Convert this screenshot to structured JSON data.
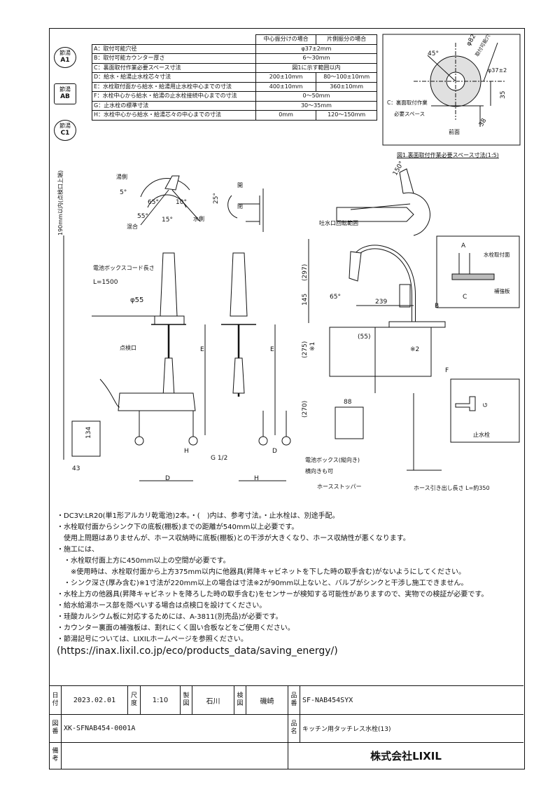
{
  "badges": [
    {
      "label": "節湯",
      "code": "A1"
    },
    {
      "label": "節湯",
      "code": "AB"
    },
    {
      "label": "節湯",
      "code": "C1"
    }
  ],
  "spec_table": {
    "col_center": "中心振分けの場合",
    "col_side": "片側振分の場合",
    "rows": [
      {
        "key": "A：取付可能穴径",
        "value": "φ37±2mm"
      },
      {
        "key": "B：取付可能カウンター厚さ",
        "value": "6～30mm"
      },
      {
        "key": "C：裏面取付作業必要スペース寸法",
        "value": "図1に示す範囲以内"
      },
      {
        "key": "D：給水・給湯止水栓芯々寸法",
        "center": "200±10mm",
        "side": "80～100±10mm"
      },
      {
        "key": "E：水栓取付面から給水・給湯用止水栓中心までの寸法",
        "center": "400±10mm",
        "side": "360±10mm"
      },
      {
        "key": "F：水栓中心から給水・給湯の止水栓接続中心までの寸法",
        "value": "0～50mm"
      },
      {
        "key": "G：止水栓の標準寸法",
        "value": "30～35mm"
      },
      {
        "key": "H：水栓中心から給水・給湯芯々の中心までの寸法",
        "center": "0mm",
        "side": "120～150mm"
      }
    ]
  },
  "fig1": {
    "caption": "図1.裏面取付作業必要スペース寸法(1:5)",
    "angle": "45°",
    "dia_outer": "φ82",
    "hole_label": "取付可能穴",
    "hole_dia": "φ37±2",
    "space_label_1": "C：裏面取付作業",
    "space_label_2": "必要スペース",
    "front": "前面",
    "dim_35": "35",
    "dim_38": "38"
  },
  "lever": {
    "hot": "湯側",
    "cold": "水側",
    "mix": "混合",
    "a5": "5°",
    "a65": "65°",
    "a10": "10°",
    "a55": "55°",
    "a15": "15°"
  },
  "handle": {
    "open": "開",
    "close": "閉",
    "a25": "25°"
  },
  "spout": {
    "caption": "吐水口回転範囲",
    "a150": "150°"
  },
  "front_view": {
    "side_dim": "190mm以内(点検口上端)",
    "cord_label": "電池ボックスコード長さ",
    "cord_len": "L=1500",
    "phi55": "φ55",
    "check": "点検口",
    "e": "E",
    "h134": "134",
    "d43": "43",
    "h": "H",
    "d": "D",
    "g12": "G 1/2"
  },
  "side_view": {
    "d297": "(297)",
    "d145": "145",
    "d239": "239",
    "d55": "(55)",
    "d275": "(275)",
    "star1": "※1",
    "star2": "※2",
    "d270": "(270)",
    "a65": "65°",
    "b": "B",
    "f": "F",
    "a": "A",
    "c": "C",
    "g": "G",
    "mount_face": "水栓取付面",
    "plate": "補強板",
    "valve": "止水栓",
    "box_w": "88",
    "battery_box": "電池ボックス(縦向き)",
    "horiz": "横向きも可",
    "stopper": "ホースストッパー",
    "hose": "ホース引き出し長さ L=約350"
  },
  "notes": [
    "・DC3V:LR20(単1形アルカリ乾電池)2本。・(　)内は、参考寸法。・止水栓は、別途手配。",
    "・水栓取付面からシンク下の底板(棚板)までの距離が540mm以上必要です。",
    "　使用上問題はありませんが、ホース収納時に底板(棚板)との干渉が大きくなり、ホース収納性が悪くなります。",
    "・施工には、",
    "　・水栓取付面上方に450mm以上の空間が必要です。",
    "　　※使用時は、水栓取付面から上方375mm以内に他器具(昇降キャビネットを下した時の取手含む)がないようにしてください。",
    "　・シンク深さ(厚み含む)※1寸法が220mm以上の場合は寸法※2が90mm以上ないと、バルブがシンクと干渉し施工できません。",
    "・水栓上方の他器具(昇降キャビネットを降ろした時の取手含む)をセンサーが検知する可能性がありますので、実物での検証が必要です。",
    "・給水給湯ホース部を隠ぺいする場合は点検口を設けてください。",
    "・珪酸カルシウム板に対応するためには、A-3811(別売品)が必要です。",
    "・カウンター裏面の補強板は、割れにくく固い合板などをご使用ください。",
    "・節湯記号については、LIXILホームページを参照ください。",
    "(https://inax.lixil.co.jp/eco/products_data/saving_energy/)"
  ],
  "title_block": {
    "date_label": "日付",
    "date": "2023.02.01",
    "scale_label": "尺度",
    "scale": "1:10",
    "drawn_label": "製図",
    "drawn": "石川",
    "check_label": "検図",
    "checker": "磯崎",
    "part_label": "品番",
    "part": "SF-NAB454SYX",
    "dwg_label": "図番",
    "dwg": "XK-SFNAB454-0001A",
    "name_label": "品名",
    "name": "キッチン用タッチレス水栓(13)",
    "note_label": "備考",
    "company": "株式会社LIXIL"
  }
}
